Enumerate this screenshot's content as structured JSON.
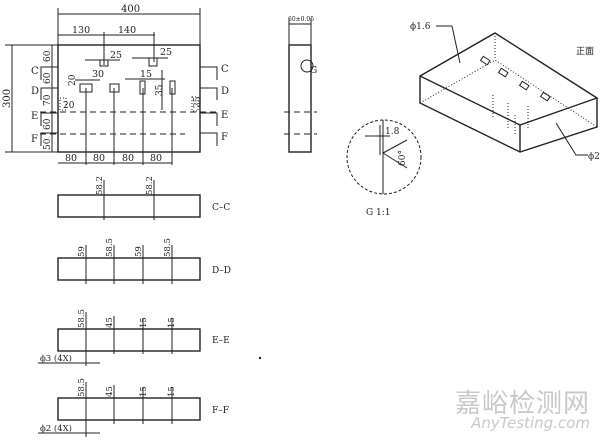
{
  "front_view": {
    "dim_width": "400",
    "dim_130": "130",
    "dim_140": "140",
    "dim_25a": "25",
    "dim_25b": "25",
    "dim_30": "30",
    "dim_20a": "20",
    "dim_15": "15",
    "dim_35": "35",
    "dim_20b": "20",
    "dim_25c": "25",
    "dim_height": "300",
    "rows": [
      "60",
      "60",
      "70",
      "60",
      "50"
    ],
    "bottom": [
      "80",
      "80",
      "80",
      "80"
    ],
    "section_marks": [
      "C",
      "D",
      "E",
      "F"
    ]
  },
  "side_view": {
    "thickness": "60±0.05",
    "detail": "G"
  },
  "detail": {
    "dim": "1.8",
    "angle": "60°",
    "caption": "G  1:1"
  },
  "iso": {
    "hole_top": "ϕ1.6",
    "hole_side": "ϕ2",
    "front_label": "正面"
  },
  "sections": [
    {
      "label": "C–C",
      "dims": [
        "58.2",
        "58.2"
      ]
    },
    {
      "label": "D–D",
      "dims": [
        "59",
        "58.5",
        "59",
        "58.5"
      ]
    },
    {
      "label": "E–E",
      "dims": [
        "58.5",
        "45",
        "15",
        "15"
      ],
      "note": "ϕ3 (4X)"
    },
    {
      "label": "F–F",
      "dims": [
        "58.5",
        "45",
        "15",
        "15"
      ],
      "note": "ϕ2 (4X)"
    }
  ],
  "watermark": {
    "cn": "嘉峪检测网",
    "en": "AnyTesting.com"
  }
}
